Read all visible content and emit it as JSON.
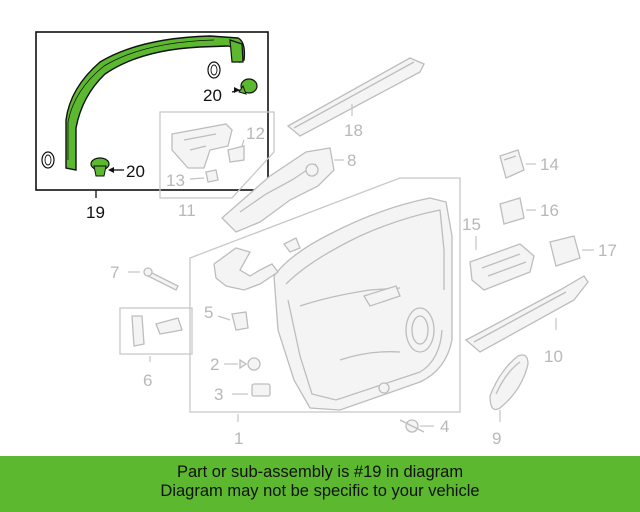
{
  "diagram": {
    "callouts": {
      "c1": "1",
      "c2": "2",
      "c3": "3",
      "c4": "4",
      "c5": "5",
      "c6": "6",
      "c7": "7",
      "c8": "8",
      "c9": "9",
      "c10": "10",
      "c11": "11",
      "c12": "12",
      "c13": "13",
      "c14": "14",
      "c15": "15",
      "c16": "16",
      "c17": "17",
      "c18": "18",
      "c19": "19",
      "c20a": "20",
      "c20b": "20"
    },
    "highlight_color": "#5cb82e",
    "highlighted_part": "19"
  },
  "banner": {
    "line1": "Part or sub-assembly is #19 in diagram",
    "line2": "Diagram may not be specific to your vehicle"
  }
}
